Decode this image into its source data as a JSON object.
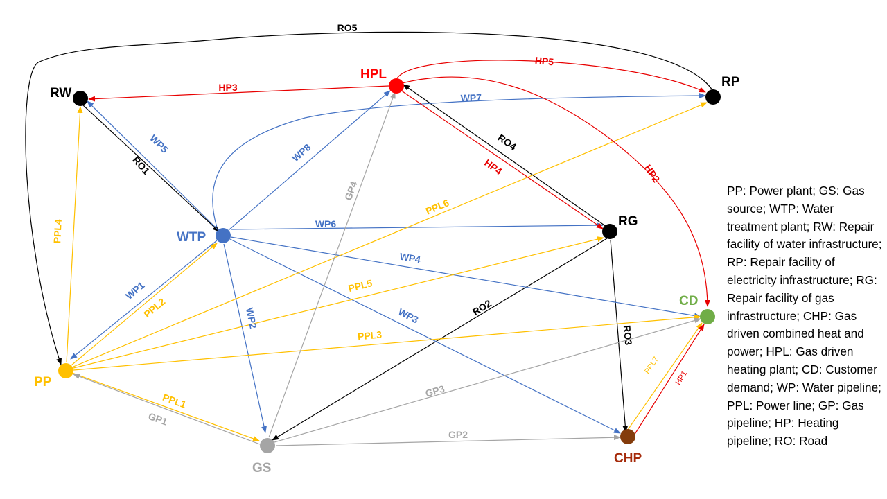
{
  "colors": {
    "water": "#4472C4",
    "power": "#FFC000",
    "gas": "#A5A5A5",
    "heat": "#E80000",
    "road": "#000000",
    "pp": "#FFC000",
    "gs": "#A5A5A5",
    "wtp": "#4472C4",
    "hpl": "#FF0000",
    "chp": "#843C0C",
    "cd": "#70AD47",
    "repair": "#000000"
  },
  "nodes": {
    "RW": "RW",
    "RP": "RP",
    "HPL": "HPL",
    "WTP": "WTP",
    "RG": "RG",
    "CD": "CD",
    "PP": "PP",
    "GS": "GS",
    "CHP": "CHP"
  },
  "edges": {
    "RO1": "RO1",
    "RO2": "RO2",
    "RO3": "RO3",
    "RO4": "RO4",
    "RO5": "RO5",
    "WP1": "WP1",
    "WP2": "WP2",
    "WP3": "WP3",
    "WP4": "WP4",
    "WP5": "WP5",
    "WP6": "WP6",
    "WP7": "WP7",
    "WP8": "WP8",
    "PPL1": "PPL1",
    "PPL2": "PPL2",
    "PPL3": "PPL3",
    "PPL4": "PPL4",
    "PPL5": "PPL5",
    "PPL6": "PPL6",
    "PPL7": "PPL7",
    "GP1": "GP1",
    "GP2": "GP2",
    "GP3": "GP3",
    "GP4": "GP4",
    "HP1": "HP1",
    "HP2": "HP2",
    "HP3": "HP3",
    "HP4": "HP4",
    "HP5": "HP5"
  },
  "legend": "PP: Power plant; GS: Gas source; WTP: Water treatment plant; RW: Repair facility of water infrastructure; RP: Repair facility of electricity infrastructure; RG: Repair facility of gas infrastructure; CHP: Gas driven combined heat and power; HPL: Gas driven heating plant; CD: Customer demand; WP: Water pipeline; PPL: Power line; GP: Gas pipeline; HP: Heating pipeline; RO: Road"
}
